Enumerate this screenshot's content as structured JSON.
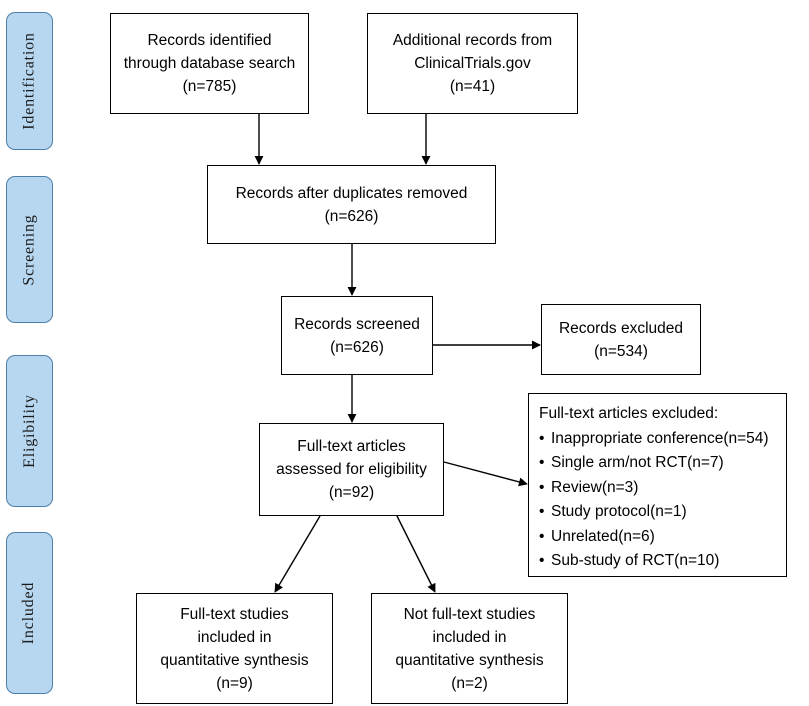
{
  "phases": {
    "identification": "Identification",
    "screening": "Screening",
    "eligibility": "Eligibility",
    "included": "Included"
  },
  "boxes": {
    "database_search": {
      "lines": [
        "Records identified",
        "through database search",
        "(n=785)"
      ]
    },
    "clinicaltrials": {
      "lines": [
        "Additional records from",
        "ClinicalTrials.gov",
        "(n=41)"
      ]
    },
    "duplicates_removed": {
      "lines": [
        "Records after duplicates removed",
        "(n=626)"
      ]
    },
    "screened": {
      "lines": [
        "Records screened",
        "(n=626)"
      ]
    },
    "excluded": {
      "lines": [
        "Records excluded",
        "(n=534)"
      ]
    },
    "fulltext_assessed": {
      "lines": [
        "Full-text articles",
        "assessed for eligibility",
        "(n=92)"
      ]
    },
    "fulltext_excluded": {
      "heading": "Full-text articles excluded:",
      "items": [
        "Inappropriate conference(n=54)",
        "Single arm/not RCT(n=7)",
        "Review(n=3)",
        "Study protocol(n=1)",
        "Unrelated(n=6)",
        "Sub-study of RCT(n=10)"
      ]
    },
    "fulltext_included": {
      "lines": [
        "Full-text studies",
        "included in",
        "quantitative synthesis",
        "(n=9)"
      ]
    },
    "not_fulltext_included": {
      "lines": [
        "Not full-text studies",
        "included in",
        "quantitative synthesis",
        "(n=2)"
      ]
    }
  },
  "bullet_char": "•"
}
